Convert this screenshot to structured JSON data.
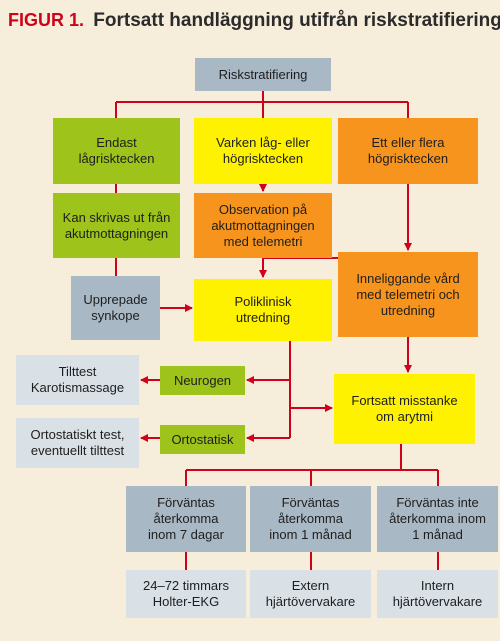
{
  "title": {
    "figure_label": "FIGUR 1.",
    "text": "Fortsatt handläggning utifrån riskstratifiering"
  },
  "nodes": {
    "risk": "Riskstratifiering",
    "low": "Endast\nlågrisktecken",
    "neither": "Varken låg- eller\nhögrisktecken",
    "high": "Ett eller flera\nhögrisktecken",
    "discharge": "Kan skrivas ut från\nakutmottagningen",
    "observation": "Observation på\nakutmottagningen\nmed telemetri",
    "admission": "Inneliggande vård\nmed telemetri och\nutredning",
    "repeated": "Upprepade\nsynkope",
    "outpatient": "Poliklinisk\nutredning",
    "neurogenic": "Neurogen",
    "tilt": "Tilttest\nKarotismassage",
    "arrhythmia": "Fortsatt misstanke\nom arytmi",
    "orthostatic": "Ortostatisk",
    "ortho_test": "Ortostatiskt test,\neventuellt tilttest",
    "within7": "Förväntas\nåterkomma\ninom 7 dagar",
    "within1m": "Förväntas\nåterkomma\ninom 1 månad",
    "notwithin": "Förväntas inte\nåterkomma inom\n1 månad",
    "holter": "24–72 timmars\nHolter-EKG",
    "external": "Extern\nhjärtövervakare",
    "internal": "Intern\nhjärtövervakare"
  },
  "colors": {
    "line": "#d0021b",
    "title_accent": "#d0021b",
    "background": "#f6eedb"
  }
}
